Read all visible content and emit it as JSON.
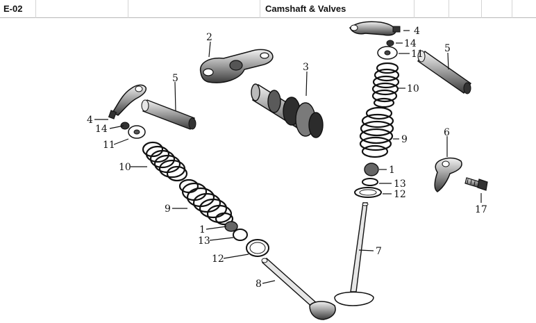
{
  "header": {
    "code": "E-02",
    "title": "Camshaft & Valves"
  },
  "callouts": {
    "c1a": "1",
    "c1b": "1",
    "c2": "2",
    "c3": "3",
    "c4a": "4",
    "c4b": "4",
    "c5a": "5",
    "c5b": "5",
    "c6": "6",
    "c7": "7",
    "c8": "8",
    "c9a": "9",
    "c9b": "9",
    "c10a": "10",
    "c10b": "10",
    "c11a": "11",
    "c11b": "11",
    "c12a": "12",
    "c12b": "12",
    "c13a": "13",
    "c13b": "13",
    "c14a": "14",
    "c14b": "14",
    "c17": "17"
  }
}
